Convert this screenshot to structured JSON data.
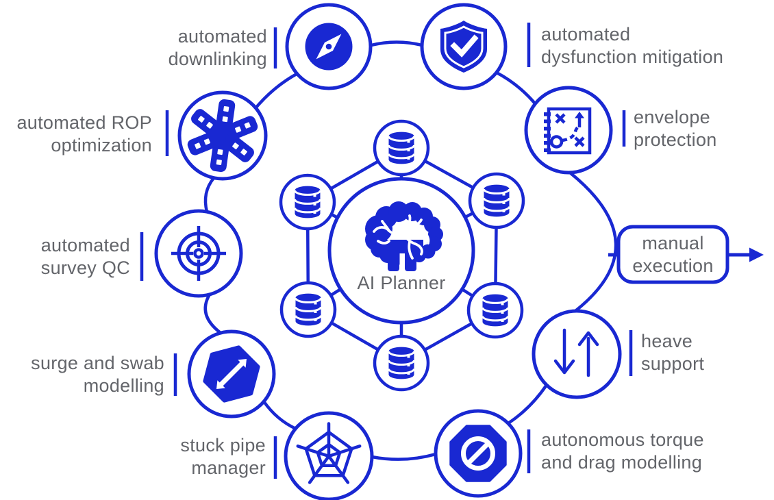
{
  "meta": {
    "description": "AI Planner drilling automation ecosystem diagram"
  },
  "colors": {
    "accent": "#1928d2",
    "label_text": "#63656a",
    "background": "#ffffff"
  },
  "center": {
    "label": "AI Planner",
    "icon": "brain-icon",
    "datastore_icon": "database-icon",
    "datastore_count": 6
  },
  "nodes": {
    "downlinking": {
      "line1": "automated",
      "line2": "downlinking",
      "icon": "compass-icon"
    },
    "dysfunction": {
      "line1": "automated",
      "line2": "dysfunction mitigation",
      "icon": "shield-check-icon"
    },
    "envelope": {
      "line1": "envelope",
      "line2": "protection",
      "icon": "strategy-plan-icon"
    },
    "heave": {
      "line1": "heave",
      "line2": "support",
      "icon": "up-down-arrows-icon"
    },
    "torque": {
      "line1": "autonomous torque",
      "line2": "and drag modelling",
      "icon": "prohibition-octagon-icon"
    },
    "stuck_pipe": {
      "line1": "stuck pipe",
      "line2": "manager",
      "icon": "spider-web-icon"
    },
    "surge_swab": {
      "line1": "surge and swab",
      "line2": "modelling",
      "icon": "diagonal-arrows-hexagon-icon"
    },
    "survey_qc": {
      "line1": "automated",
      "line2": "survey QC",
      "icon": "crosshair-target-icon"
    },
    "rop": {
      "line1": "automated ROP",
      "line2": "optimization",
      "icon": "drill-bit-icon"
    }
  },
  "output": {
    "line1": "manual",
    "line2": "execution",
    "icon": "right-arrow-icon"
  }
}
